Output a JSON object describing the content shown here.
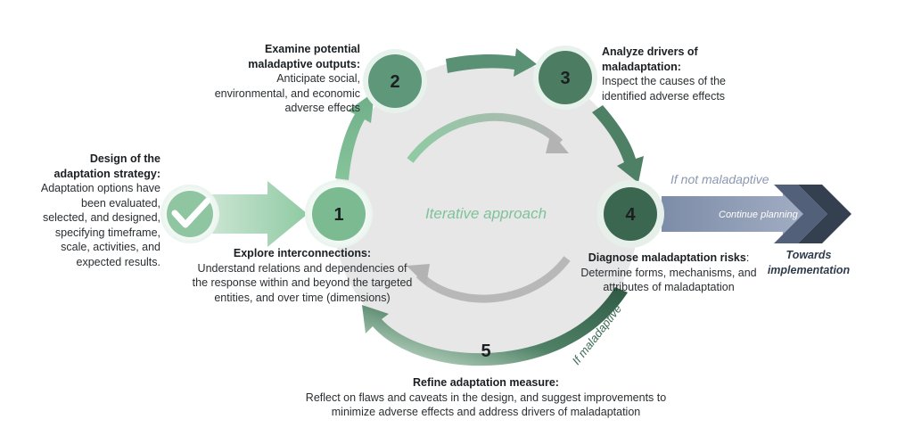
{
  "colors": {
    "light_green": "#7fbf97",
    "mid_green": "#5d9678",
    "dark_green": "#3e6b55",
    "circle_bg": "#e8e8e8",
    "blue_grey": "#8a98b2",
    "dark_navy": "#34404f"
  },
  "steps": [
    {
      "number": "1",
      "title": "Explore interconnections:",
      "description": "Understand relations and dependencies of the response within and beyond the targeted entities, and over time (dimensions)"
    },
    {
      "number": "2",
      "title": "Examine potential maladaptive outputs:",
      "description": "Anticipate social, environmental, and economic adverse effects"
    },
    {
      "number": "3",
      "title": "Analyze drivers of maladaptation:",
      "description": "Inspect the causes of the identified adverse effects"
    },
    {
      "number": "4",
      "title": "Diagnose maladaptation risks",
      "title_suffix": ":",
      "description": "Determine forms, mechanisms, and attributes of maladaptation"
    },
    {
      "number": "5",
      "title": "Refine adaptation measure:",
      "description": "Reflect on flaws and caveats in the design, and suggest improvements to minimize adverse effects and address drivers of maladaptation"
    }
  ],
  "start": {
    "title": "Design of the adaptation strategy:",
    "description": "Adaptation options have been evaluated, selected, and designed, specifying timeframe, scale, activities, and expected results.",
    "icon": "checkmark-icon"
  },
  "center_label": "Iterative approach",
  "branches": {
    "not_maladaptive": "If not maladaptive",
    "continue": "Continue planning",
    "towards": "Towards implementation",
    "maladaptive": "If maladaptive"
  }
}
